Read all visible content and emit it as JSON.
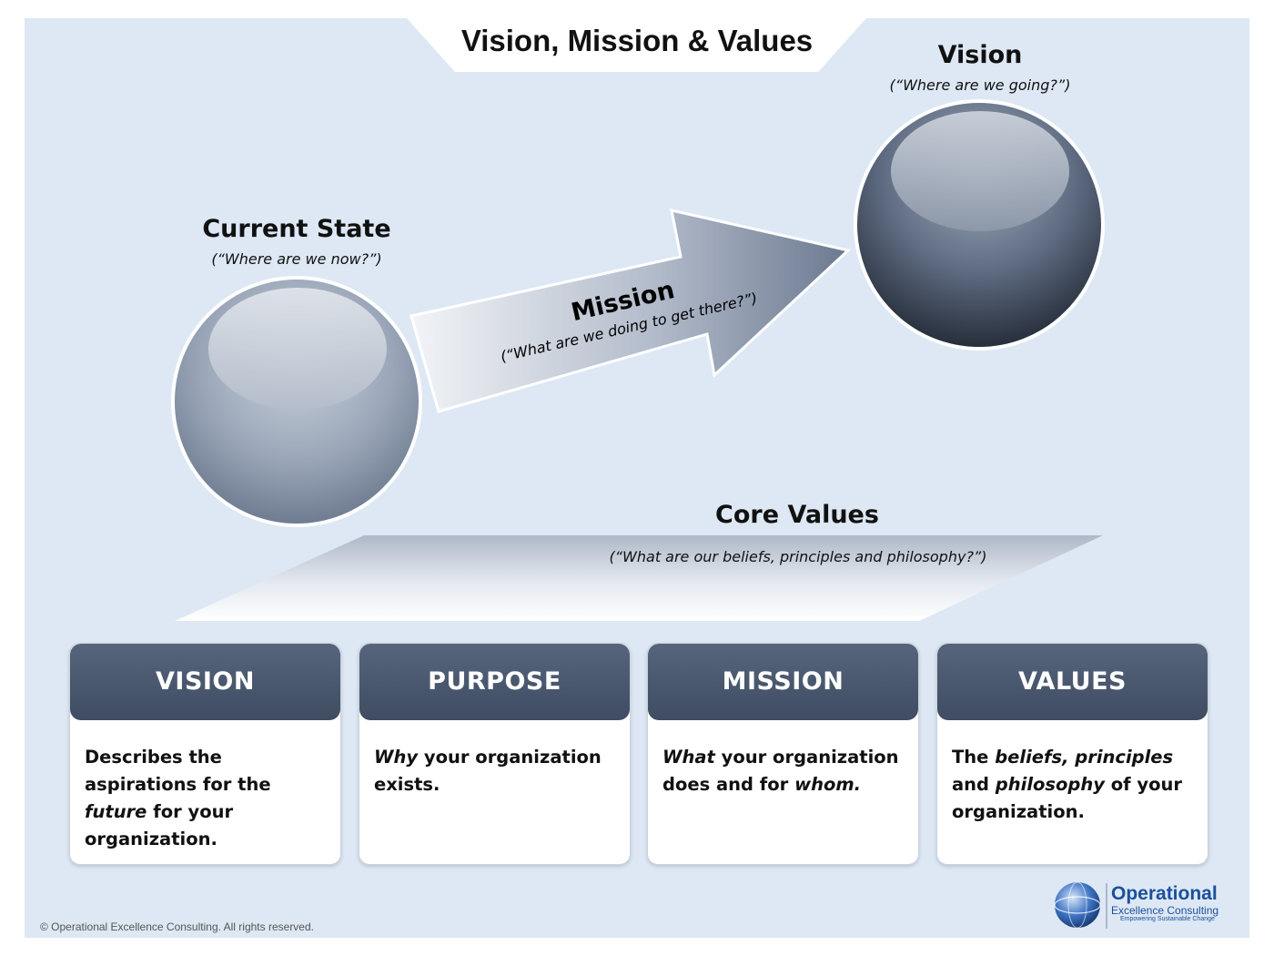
{
  "title": "Vision, Mission & Values",
  "current_state": {
    "heading": "Current State",
    "question": "(“Where are we now?”)"
  },
  "vision_goal": {
    "heading": "Vision",
    "question": "(“Where are we going?”)"
  },
  "mission_arrow": {
    "heading": "Mission",
    "question": "(“What are we doing to get there?”)"
  },
  "core_values": {
    "heading": "Core Values",
    "question": "(“What are our beliefs, principles and philosophy?”)"
  },
  "cards": [
    {
      "label": "VISION",
      "parts": [
        {
          "text": "Describes the aspirations for the ",
          "italic": false
        },
        {
          "text": "future",
          "italic": true
        },
        {
          "text": " for your organization.",
          "italic": false
        }
      ]
    },
    {
      "label": "PURPOSE",
      "parts": [
        {
          "text": "Why",
          "italic": true
        },
        {
          "text": " your organization exists.",
          "italic": false
        }
      ]
    },
    {
      "label": "MISSION",
      "parts": [
        {
          "text": "What",
          "italic": true
        },
        {
          "text": " your organization does and for ",
          "italic": false
        },
        {
          "text": "whom.",
          "italic": true
        }
      ]
    },
    {
      "label": "VALUES",
      "parts": [
        {
          "text": "The ",
          "italic": false
        },
        {
          "text": "beliefs, principles",
          "italic": true
        },
        {
          "text": " and ",
          "italic": false
        },
        {
          "text": "philosophy",
          "italic": true
        },
        {
          "text": " of your organization.",
          "italic": false
        }
      ]
    }
  ],
  "footer": "© Operational Excellence Consulting. All rights reserved.",
  "logo": {
    "name": "Operational",
    "sub": "Excellence Consulting",
    "tagline": "Empowering Sustainable Change"
  },
  "colors": {
    "background": "#dde8f4",
    "card_header": "#4a576d",
    "logo_blue": "#1b4f9c"
  }
}
